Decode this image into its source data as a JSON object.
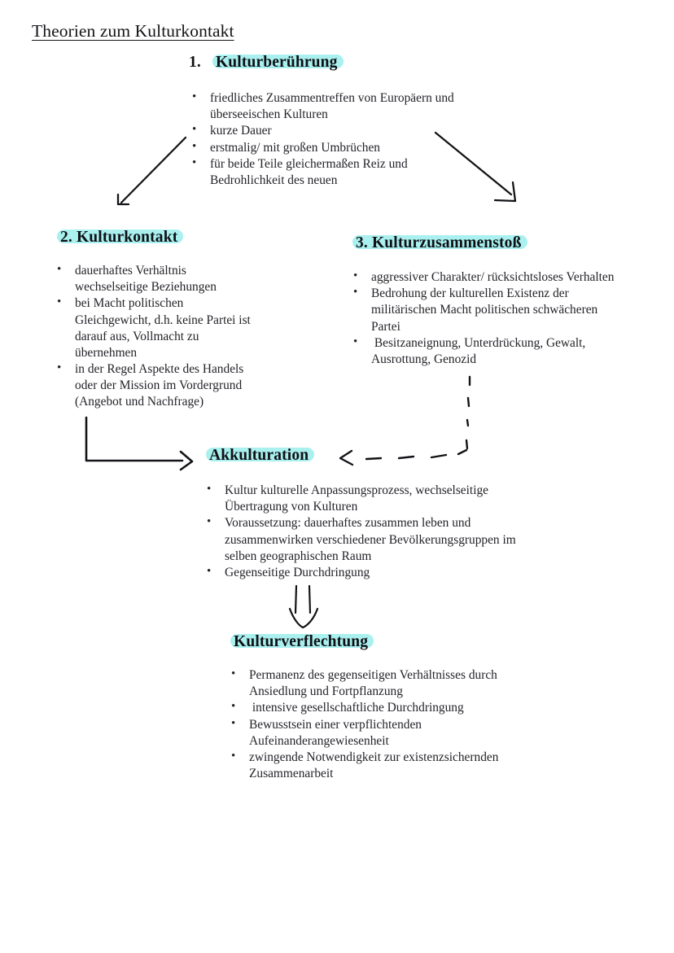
{
  "document": {
    "title": "Theorien zum Kulturkontakt",
    "highlight_color": "#a9f0ef",
    "text_color": "#24242a",
    "background_color": "#ffffff"
  },
  "sections": {
    "kulturberuehrung": {
      "number": "1.",
      "heading": "Kulturberührung",
      "bullets": [
        [
          "friedliches Zusammentreffen von Europäern und",
          "überseeischen Kulturen"
        ],
        [
          "kurze Dauer"
        ],
        [
          "erstmalig/ mit großen Umbrüchen"
        ],
        [
          "für beide Teile gleichermaßen Reiz und",
          "Bedrohlichkeit des neuen"
        ]
      ]
    },
    "kulturkontakt": {
      "heading": "2. Kulturkontakt",
      "bullets": [
        [
          "dauerhaftes Verhältnis",
          "wechselseitige Beziehungen"
        ],
        [
          "bei Macht politischen",
          "Gleichgewicht, d.h. keine Partei ist",
          "darauf aus, Vollmacht zu",
          "übernehmen"
        ],
        [
          "in der Regel Aspekte des Handels",
          "oder der Mission im Vordergrund",
          "(Angebot und Nachfrage)"
        ]
      ]
    },
    "kulturzusammenstoss": {
      "heading": "3. Kulturzusammenstoß",
      "bullets": [
        [
          "aggressiver Charakter/ rücksichtsloses Verhalten"
        ],
        [
          "Bedrohung der kulturellen Existenz der",
          "militärischen Macht politischen schwächeren",
          "Partei"
        ],
        [
          " Besitzaneignung, Unterdrückung, Gewalt,",
          "Ausrottung, Genozid"
        ]
      ]
    },
    "akkulturation": {
      "heading": "Akkulturation",
      "bullets": [
        [
          "Kultur kulturelle Anpassungsprozess, wechselseitige",
          "Übertragung von Kulturen"
        ],
        [
          "Voraussetzung: dauerhaftes zusammen leben und",
          "zusammenwirken verschiedener Bevölkerungsgruppen im",
          "selben geographischen Raum"
        ],
        [
          "Gegenseitige Durchdringung"
        ]
      ]
    },
    "kulturverflechtung": {
      "heading": "Kulturverflechtung",
      "bullets": [
        [
          "Permanenz des gegenseitigen Verhältnisses durch",
          "Ansiedlung und Fortpflanzung"
        ],
        [
          " intensive gesellschaftliche Durchdringung"
        ],
        [
          "Bewusstsein einer verpflichtenden",
          "Aufeinanderangewiesenheit"
        ],
        [
          "zwingende Notwendigkeit zur existenzsichernden",
          "Zusammenarbeit"
        ]
      ]
    }
  },
  "connectors": [
    {
      "name": "arrow-beruehrung-to-kontakt",
      "style": "solid",
      "direction": "down-left"
    },
    {
      "name": "arrow-beruehrung-to-zusammenstoss",
      "style": "solid",
      "direction": "down-right"
    },
    {
      "name": "arrow-kontakt-to-akkulturation",
      "style": "solid",
      "direction": "elbow-right"
    },
    {
      "name": "arrow-zusammenstoss-to-akkulturation",
      "style": "dashed",
      "direction": "left"
    },
    {
      "name": "arrow-akkulturation-to-verflechtung",
      "style": "double-line",
      "direction": "down"
    }
  ]
}
